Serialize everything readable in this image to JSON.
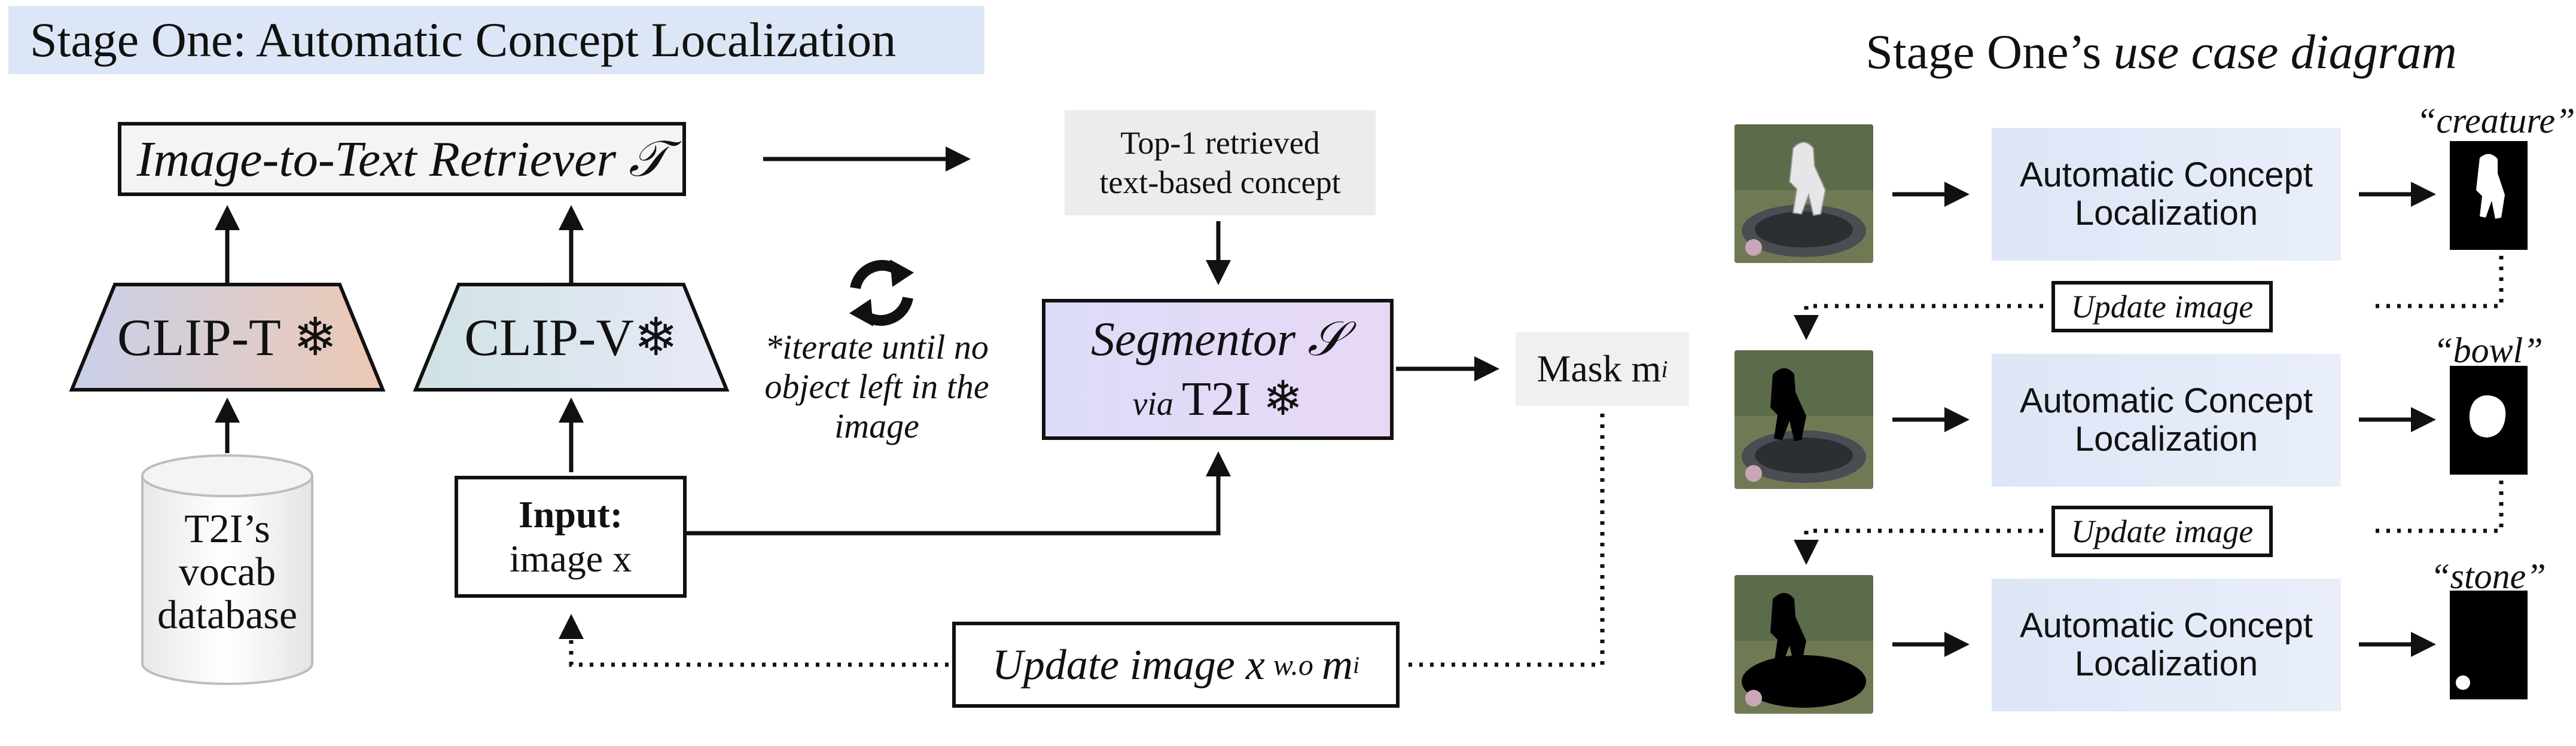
{
  "left_panel": {
    "title": "Stage One: Automatic Concept Localization",
    "retriever_label": "Image-to-Text Retriever 𝒯",
    "clip_t_label": "CLIP-T ❄",
    "clip_v_label": "CLIP-V❄",
    "database_label": "T2I’s vocab database",
    "input_bold": "Input:",
    "input_sub": "image x",
    "top1_line1": "Top-1 retrieved",
    "top1_line2": "text-based concept",
    "iterate_note": "*iterate until no object left in the image",
    "segmentor_line1": "Segmentor 𝒮",
    "segmentor_via": "via",
    "segmentor_model": "T2I ❄",
    "mask_label": "Mask m",
    "mask_sub": "i",
    "update_label": "Update image x",
    "update_wo": "w.o",
    "update_m": "m",
    "update_sub": "i"
  },
  "right_panel": {
    "title_plain": "Stage One’s",
    "title_italic": "use case diagram",
    "rows": [
      {
        "module_label": "Automatic Concept Localization",
        "concept": "“creature”"
      },
      {
        "module_label": "Automatic Concept Localization",
        "concept": "“bowl”"
      },
      {
        "module_label": "Automatic Concept Localization",
        "concept": "“stone”"
      }
    ],
    "update_labels": [
      "Update image",
      "Update image"
    ]
  },
  "colors": {
    "title_bg": "#dde6f6",
    "clip_t_gradient": [
      "#c9d0ea",
      "#ecc9b4"
    ],
    "clip_v_gradient": [
      "#cfe2e4",
      "#e8eaf8"
    ],
    "segmentor_gradient": [
      "#dcdcf8",
      "#e8d8f6"
    ],
    "module_bg": "#dde6f6"
  }
}
